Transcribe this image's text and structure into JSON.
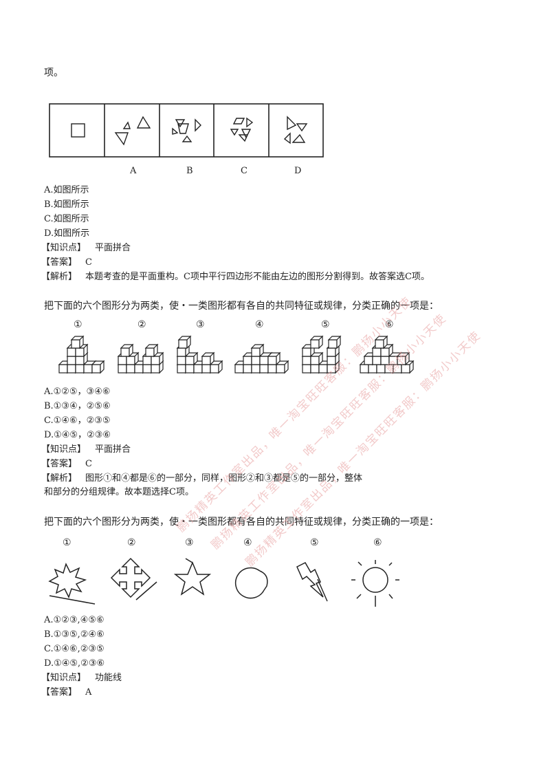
{
  "top_fragment": "项。",
  "q1": {
    "option_letters": [
      "A",
      "B",
      "C",
      "D"
    ],
    "options": [
      "A.如图所示",
      "B.如图所示",
      "C.如图所示",
      "D.如图所示"
    ],
    "knowledge_label": "【知识点】",
    "knowledge_value": "平面拼合",
    "answer_label": "【答案】",
    "answer_value": "C",
    "analysis_label": "【解析】",
    "analysis_text": "本题考查的是平面重构。C项中平行四边形不能由左边的图形分割得到。故答案选C项。"
  },
  "q2": {
    "stem": "把下面的六个图形分为两类，使・一类图形都有各自的共同特征或规律，分类正确的一项是：",
    "figure_numbers": [
      "①",
      "②",
      "③",
      "④",
      "⑤",
      "⑥"
    ],
    "options": [
      "A.①②⑤，③④⑥",
      "B.①③④，②⑤⑥",
      "C.①④⑥，②③⑤",
      "D.①④⑤，②③⑥"
    ],
    "knowledge_label": "【知识点】",
    "knowledge_value": "平面拼合",
    "answer_label": "【答案】",
    "answer_value": "C",
    "analysis_label": "【解析】",
    "analysis_line1": "图形①和④都是⑥的一部分，同样，图形②和③都是⑤的一部分，整体",
    "analysis_line2": "和部分的分组规律。故本题选择C项。"
  },
  "q3": {
    "stem": "把下面的六个图形分为两类，使・一类图形都有各自的共同特征或规律，分类正确的一项是：",
    "figure_numbers": [
      "①",
      "②",
      "③",
      "④",
      "⑤",
      "⑥"
    ],
    "options": [
      "A.①②③,④⑤⑥",
      "B.①③⑤,②④⑥",
      "C.①④⑥,②③⑤",
      "D.①④⑤,②③⑥"
    ],
    "knowledge_label": "【知识点】",
    "knowledge_value": "功能线",
    "answer_label": "【答案】",
    "answer_value": "A"
  },
  "watermark": {
    "line1": "鹏扬精英工作室出品，唯一淘宝旺旺客服：鹏扬小小天使",
    "line2": "鹏扬精英工作室出品，唯一淘宝旺旺客服：鹏扬小小天使",
    "line3": "鹏扬精英工作室出品，唯一淘宝旺旺客服：鹏扬小小天使"
  },
  "colors": {
    "text": "#222222",
    "watermark": "#e8a0a0"
  }
}
